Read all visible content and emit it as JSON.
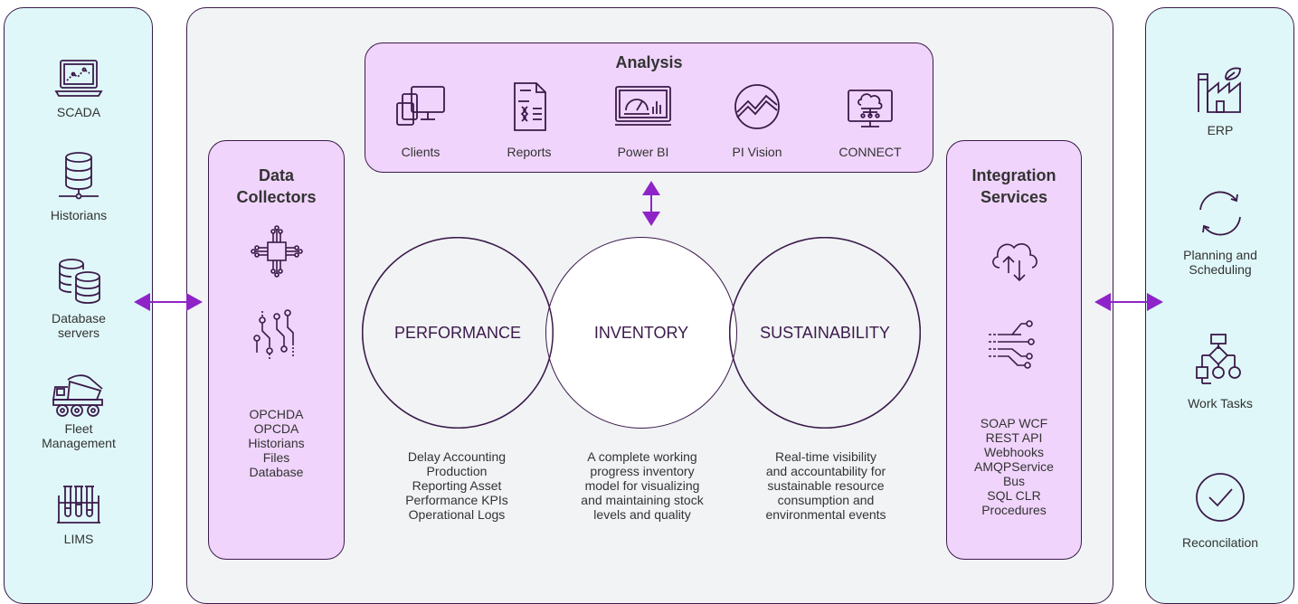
{
  "left_panel": {
    "items": [
      {
        "icon": "laptop-chart-icon",
        "label": "SCADA"
      },
      {
        "icon": "database-network-icon",
        "label": "Historians"
      },
      {
        "icon": "database-servers-icon",
        "label_lines": [
          "Database",
          "servers"
        ]
      },
      {
        "icon": "dump-truck-icon",
        "label_lines": [
          "Fleet",
          "Management"
        ]
      },
      {
        "icon": "test-tubes-icon",
        "label": "LIMS"
      }
    ]
  },
  "right_panel": {
    "items": [
      {
        "icon": "factory-leaf-icon",
        "label": "ERP"
      },
      {
        "icon": "refresh-cycle-icon",
        "label_lines": [
          "Planning and",
          "Scheduling"
        ]
      },
      {
        "icon": "workflow-icon",
        "label": "Work Tasks"
      },
      {
        "icon": "checkmark-circle-icon",
        "label": "Reconcilation"
      }
    ]
  },
  "analysis": {
    "title": "Analysis",
    "items": [
      {
        "icon": "devices-icon",
        "label": "Clients"
      },
      {
        "icon": "report-document-icon",
        "label": "Reports"
      },
      {
        "icon": "dashboard-monitor-icon",
        "label": "Power BI"
      },
      {
        "icon": "trend-circle-icon",
        "label": "PI Vision"
      },
      {
        "icon": "cloud-monitor-icon",
        "label": "CONNECT"
      }
    ]
  },
  "data_collectors": {
    "title_lines": [
      "Data",
      "Collectors"
    ],
    "icons": [
      "chip-icon",
      "circuit-icon"
    ],
    "list": [
      "OPCHDA",
      "OPCDA",
      "Historians",
      "Files",
      "Database"
    ]
  },
  "integration_services": {
    "title_lines": [
      "Integration",
      "Services"
    ],
    "icons": [
      "cloud-sync-icon",
      "data-lines-icon"
    ],
    "list": [
      "SOAP WCF",
      "REST API",
      "Webhooks",
      "AMQPService",
      "Bus",
      "SQL CLR",
      "Procedures"
    ]
  },
  "circles": [
    {
      "label": "PERFORMANCE",
      "desc_lines": [
        "Delay Accounting",
        "Production",
        "Reporting Asset",
        "Performance KPIs",
        "Operational Logs"
      ]
    },
    {
      "label": "INVENTORY",
      "desc_lines": [
        "A complete working",
        "progress inventory",
        "model for visualizing",
        "and maintaining stock",
        "levels and quality"
      ]
    },
    {
      "label": "SUSTAINABILITY",
      "desc_lines": [
        "Real-time visibility",
        "and accountability for",
        "sustainable resource",
        "consumption and",
        "environmental events"
      ]
    }
  ],
  "colors": {
    "arrow": "#8e24c8",
    "panel_teal": "#dff7f8",
    "box_purple": "#f0d4fb",
    "outline": "#3b1a4a"
  }
}
